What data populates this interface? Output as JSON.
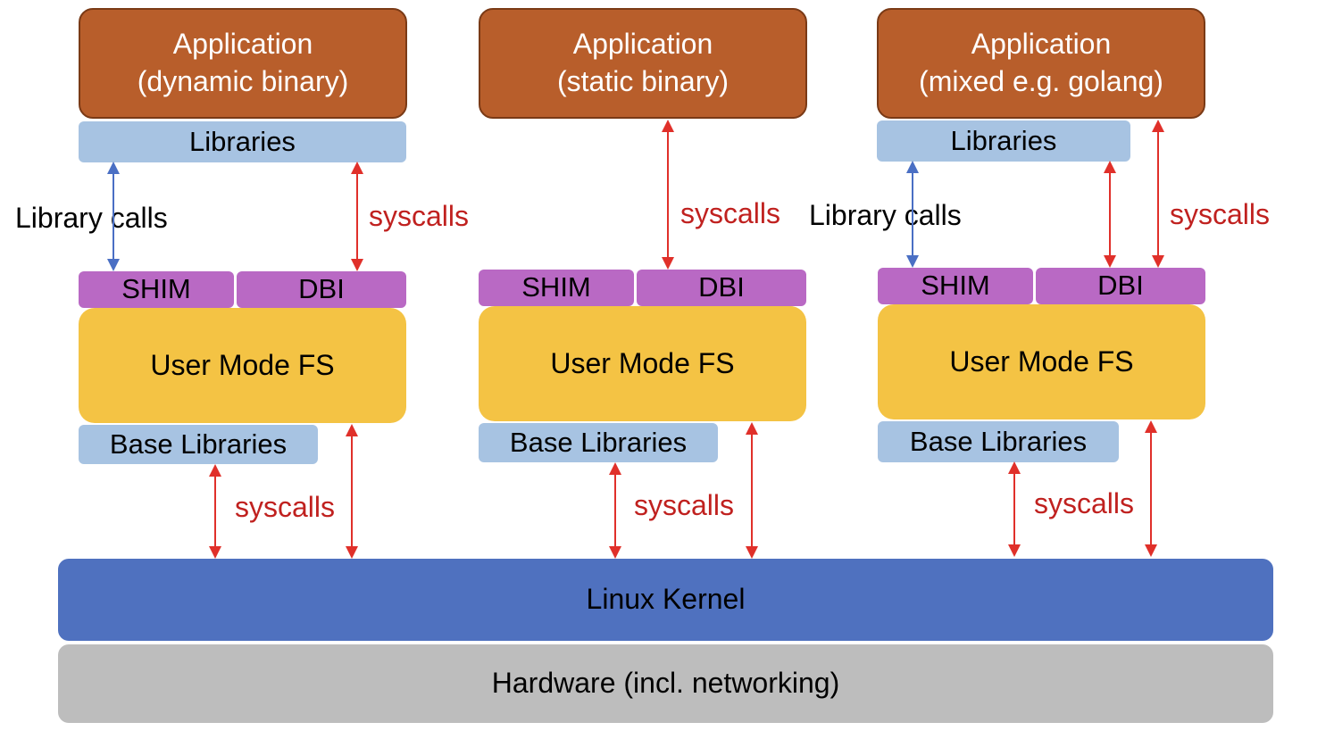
{
  "columns": [
    {
      "app_line1": "Application",
      "app_line2": "(dynamic binary)",
      "libraries": "Libraries",
      "shim": "SHIM",
      "dbi": "DBI",
      "user_mode_fs": "User Mode FS",
      "base_libraries": "Base Libraries",
      "library_calls": "Library calls",
      "syscalls_upper": "syscalls",
      "syscalls_lower": "syscalls"
    },
    {
      "app_line1": "Application",
      "app_line2": "(static binary)",
      "shim": "SHIM",
      "dbi": "DBI",
      "user_mode_fs": "User Mode FS",
      "base_libraries": "Base Libraries",
      "syscalls_upper": "syscalls",
      "syscalls_lower": "syscalls"
    },
    {
      "app_line1": "Application",
      "app_line2": "(mixed e.g. golang)",
      "libraries": "Libraries",
      "shim": "SHIM",
      "dbi": "DBI",
      "user_mode_fs": "User Mode FS",
      "base_libraries": "Base Libraries",
      "library_calls": "Library calls",
      "syscalls_upper": "syscalls",
      "syscalls_lower": "syscalls"
    }
  ],
  "kernel": "Linux Kernel",
  "hardware": "Hardware (incl. networking)",
  "colors": {
    "application": "#b85e2b",
    "libraries": "#a7c3e2",
    "shim_dbi": "#b969c4",
    "user_mode_fs": "#f4c344",
    "kernel": "#4f71bf",
    "hardware": "#bdbdbd",
    "syscall_arrow": "#e0302a",
    "library_call_arrow": "#4a6fc4"
  }
}
